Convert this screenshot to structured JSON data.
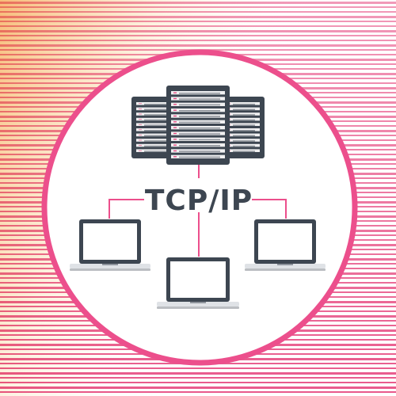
{
  "diagram": {
    "protocol_label": "TCP/IP",
    "nodes": [
      {
        "role": "server",
        "icon": "server-rack-icon",
        "count": 3
      },
      {
        "role": "client",
        "icon": "laptop-icon",
        "position": "left"
      },
      {
        "role": "client",
        "icon": "laptop-icon",
        "position": "center"
      },
      {
        "role": "client",
        "icon": "laptop-icon",
        "position": "right"
      }
    ]
  },
  "colors": {
    "accent": "#ec4f8c",
    "stripe_pink": "#e6477f",
    "stripe_orange": "#f3a35b",
    "icon_dark": "#3d4651",
    "led": "#e8457f",
    "text": "#3d4651",
    "circle_fill": "#ffffff",
    "screen": "#ffffff",
    "laptop_base": "#dfe2e6"
  }
}
